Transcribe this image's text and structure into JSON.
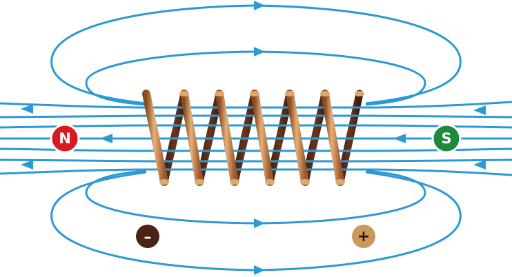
{
  "colors": {
    "field_line": "#2a9ad4",
    "pole_n": "#d71920",
    "pole_s": "#1f8a3b",
    "terminal_minus": "#4a2216",
    "terminal_plus": "#c99a5b",
    "coil_light": "#d49a5f",
    "coil_dark": "#6b3519",
    "wire_minus": "#5a2a18"
  },
  "poles": {
    "north": {
      "label": "N"
    },
    "south": {
      "label": "S"
    }
  },
  "terminals": {
    "negative": {
      "label": "–"
    },
    "positive": {
      "label": "+"
    }
  },
  "icons": {
    "arrow": "triangle-arrowhead"
  }
}
